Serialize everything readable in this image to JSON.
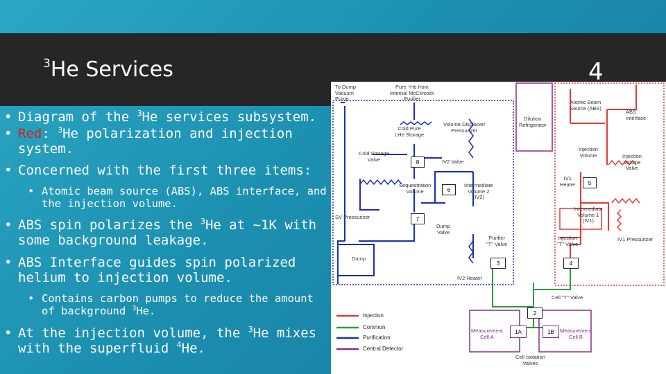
{
  "slide": {
    "title_sup": "3",
    "title_main": "He Services",
    "number": "4"
  },
  "bullets": {
    "b1_pre": "Diagram of the ",
    "b1_sup": "3",
    "b1_post": "He services subsystem.",
    "b2_red": "Red",
    "b2_colon": ": ",
    "b2_sup": "3",
    "b2_post": "He polarization and injection system.",
    "b3": "Concerned with the first three items:",
    "b3a": "Atomic beam source (ABS), ABS interface, and the injection volume.",
    "b4_pre": "ABS spin polarizes the ",
    "b4_sup": "3",
    "b4_post": "He at ~1K with some background leakage.",
    "b5": "ABS Interface guides spin polarized helium to injection volume.",
    "b5a_pre": "Contains carbon pumps to reduce the amount of background ",
    "b5a_sup": "3",
    "b5a_post": "He.",
    "b6_pre": "At the injection volume, the ",
    "b6_sup1": "3",
    "b6_mid": "He mixes with the superfluid ",
    "b6_sup2": "4",
    "b6_post": "He."
  },
  "diagram": {
    "to_dump": "To Dump\nVacuum\nPump",
    "pure_he": "Pure ⁴He from\nInternal McClintock\nPurifier",
    "cold_pure": "Cold Pure\nLHe Storage",
    "vol_displacer": "Volume Displacer/\nPressurizer",
    "dilution": "Dilution\nRefrigerator",
    "abs": "Atomic Beam\nSource (ABS)",
    "abs_interface": "ABS\nInterface",
    "cold_storage_valve": "Cold Storage\nValve",
    "n8": "8",
    "iv2_valve": "IV2 Valve",
    "injection_volume": "Injection\nVolume",
    "injection_volume_valve": "Injection\nVolume\nValve",
    "iv1_heater": "IV1\nHeater",
    "n5": "5",
    "sequestration": "Sequestration\nVolume",
    "n6": "6",
    "intermediate2": "Intermediate\nVolume 2\n(IV2)",
    "intermediate1": "Intermediate\nVolume 1\n(IV1)",
    "sv_pressurizer": "SV Pressurizer",
    "n7": "7",
    "dump_valve": "Dump\nValve",
    "iv1_pressurizer": "IV1 Pressurizer",
    "purifier_t": "Purifier\n\"T\" Valve",
    "injection_t": "Injection\n\"T\" Valve",
    "dump": "Dump",
    "n3": "3",
    "n4": "4",
    "iv2_heater": "IV2 Heater",
    "cell_t": "Cell \"T\" Valve",
    "n2": "2",
    "cell_a": "Measurement\nCell A",
    "n1a": "1A",
    "n1b": "1B",
    "cell_b": "Measurement\nCell B",
    "cell_iso": "Cell Isolation\nValves",
    "legend": [
      "Injection",
      "Common",
      "Purification",
      "Central Detector"
    ],
    "legend_colors": [
      "#e53935",
      "#2e9b3a",
      "#1a2db5",
      "#8a2a8a"
    ]
  }
}
